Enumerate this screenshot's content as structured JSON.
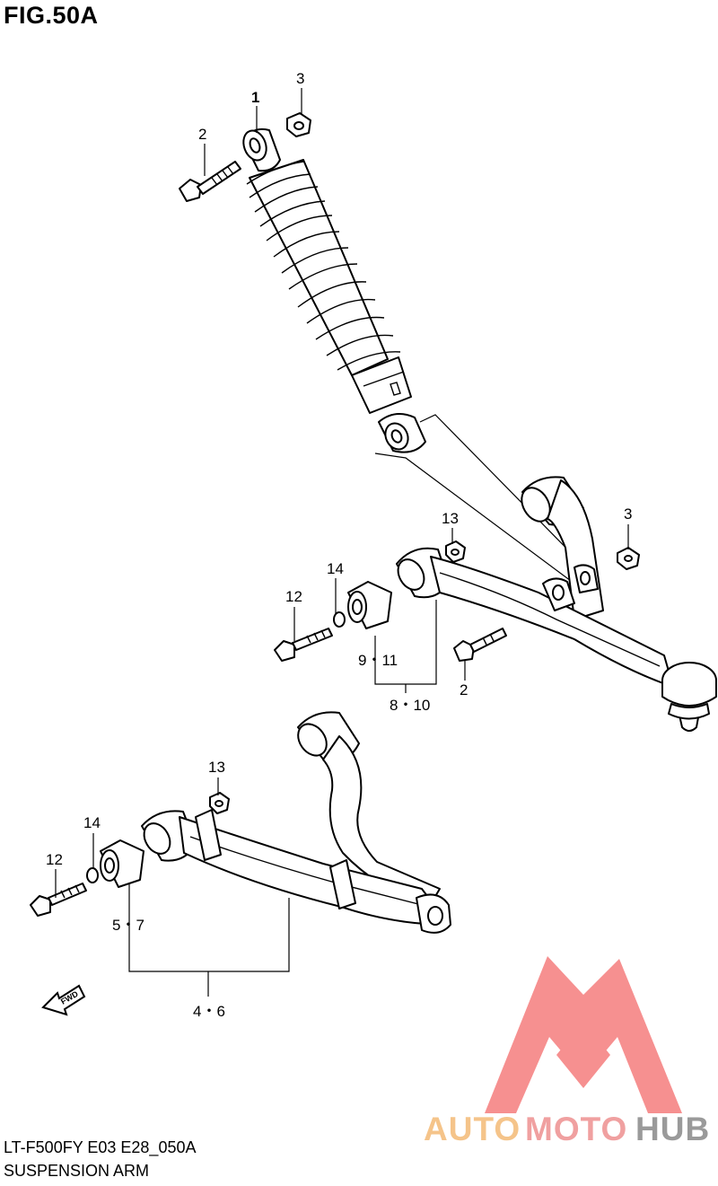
{
  "figure": {
    "title": "FIG.50A",
    "code": "LT-F500FY E03 E28_050A",
    "name": "SUSPENSION ARM"
  },
  "callouts": {
    "c1": "1",
    "c2_top": "2",
    "c3_top": "3",
    "c13_mid": "13",
    "c3_mid": "3",
    "c14_mid": "14",
    "c12_mid": "12",
    "c9_11": "9・11",
    "c8_10": "8・10",
    "c2_mid": "2",
    "c13_low": "13",
    "c14_low": "14",
    "c12_low": "12",
    "c5_7": "5・7",
    "c4_6": "4・6"
  },
  "fwd_label": "FWD",
  "watermark": {
    "part1": "AUTO",
    "part2": "MOTO",
    "part3": "HUB",
    "color1": "#f5c48a",
    "color2": "#f0a0a0",
    "color3": "#9a9a9a",
    "logo_color": "#f47c7c"
  }
}
